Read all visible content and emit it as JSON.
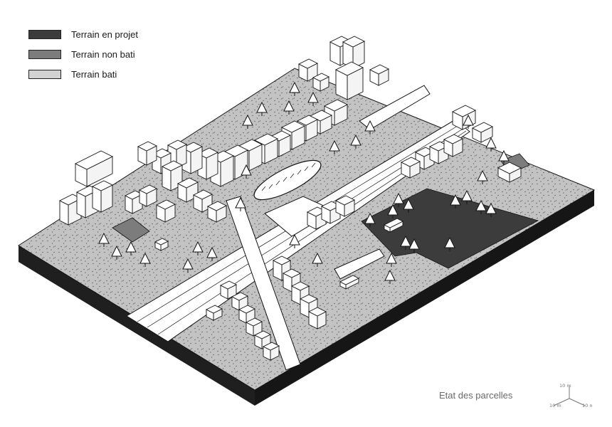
{
  "legend": {
    "items": [
      {
        "label": "Terrain en projet",
        "color": "#3c3c3c"
      },
      {
        "label": "Terrain non bati",
        "color": "#7c7c7c"
      },
      {
        "label": "Terrain bati",
        "color": "#d2d2d2"
      }
    ]
  },
  "caption": "Etat des parcelles",
  "scale": {
    "up": "10 m",
    "left": "10 m",
    "right": "10 m"
  },
  "map": {
    "ground_color": "#c3c3c3",
    "base_side_color": "#161616",
    "road_color": "#ffffff",
    "building_color": "#ffffff",
    "tree_color": "#ffffff",
    "stroke_color": "#141414"
  }
}
